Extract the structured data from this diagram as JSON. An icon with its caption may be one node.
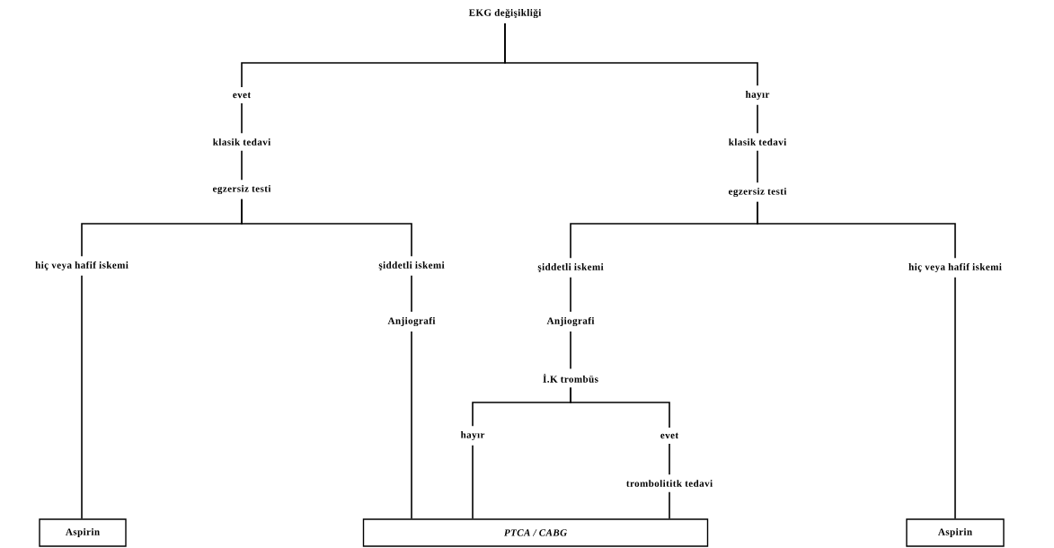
{
  "diagram": {
    "nodes": [
      {
        "text": [
          "EKG değişikliği"
        ]
      },
      {
        "text": [
          "evet"
        ]
      },
      {
        "text": [
          "hayır"
        ]
      },
      {
        "text": [
          "klasik tedavi"
        ]
      },
      {
        "text": [
          "klasik tedavi"
        ]
      },
      {
        "text": [
          "egzersiz testi"
        ]
      },
      {
        "text": [
          "egzersiz testi"
        ]
      },
      {
        "text": [
          "hiç veya hafif iskemi"
        ]
      },
      {
        "text": [
          "şiddetli iskemi"
        ]
      },
      {
        "text": [
          "şiddetli iskemi"
        ]
      },
      {
        "text": [
          "hiç veya hafif iskemi"
        ]
      },
      {
        "text": [
          "Anjiografi"
        ]
      },
      {
        "text": [
          "Anjiografi"
        ]
      },
      {
        "text": [
          "İ.K trombüs"
        ]
      },
      {
        "text": [
          "hayır"
        ]
      },
      {
        "text": [
          "evet"
        ]
      },
      {
        "text": [
          "trombolititk tedavi"
        ]
      },
      {
        "text": [
          "Aspirin"
        ]
      },
      {
        "text": [
          "PTCA / CABG"
        ]
      },
      {
        "text": [
          "Aspirin"
        ]
      }
    ],
    "edges": [
      {
        "from": 0,
        "to": 1,
        "arrow": "none"
      },
      {
        "from": 0,
        "to": 2,
        "arrow": "none"
      },
      {
        "from": 1,
        "to": 3,
        "arrow": "none"
      },
      {
        "from": 2,
        "to": 4,
        "arrow": "none"
      },
      {
        "from": 3,
        "to": 5,
        "arrow": "none"
      },
      {
        "from": 4,
        "to": 6,
        "arrow": "none"
      },
      {
        "from": 5,
        "to": 7,
        "arrow": "none"
      },
      {
        "from": 5,
        "to": 8,
        "arrow": "none"
      },
      {
        "from": 6,
        "to": 9,
        "arrow": "none"
      },
      {
        "from": 6,
        "to": 10,
        "arrow": "none"
      },
      {
        "from": 7,
        "to": 17,
        "arrow": "none"
      },
      {
        "from": 8,
        "to": 11,
        "arrow": "none"
      },
      {
        "from": 9,
        "to": 12,
        "arrow": "none"
      },
      {
        "from": 10,
        "to": 19,
        "arrow": "none"
      },
      {
        "from": 11,
        "to": 18,
        "arrow": "none"
      },
      {
        "from": 12,
        "to": 13,
        "arrow": "none"
      },
      {
        "from": 13,
        "to": 14,
        "arrow": "none"
      },
      {
        "from": 13,
        "to": 15,
        "arrow": "none"
      },
      {
        "from": 14,
        "to": 18,
        "arrow": "none"
      },
      {
        "from": 15,
        "to": 16,
        "arrow": "none"
      },
      {
        "from": 16,
        "to": 18,
        "arrow": "none"
      }
    ]
  }
}
